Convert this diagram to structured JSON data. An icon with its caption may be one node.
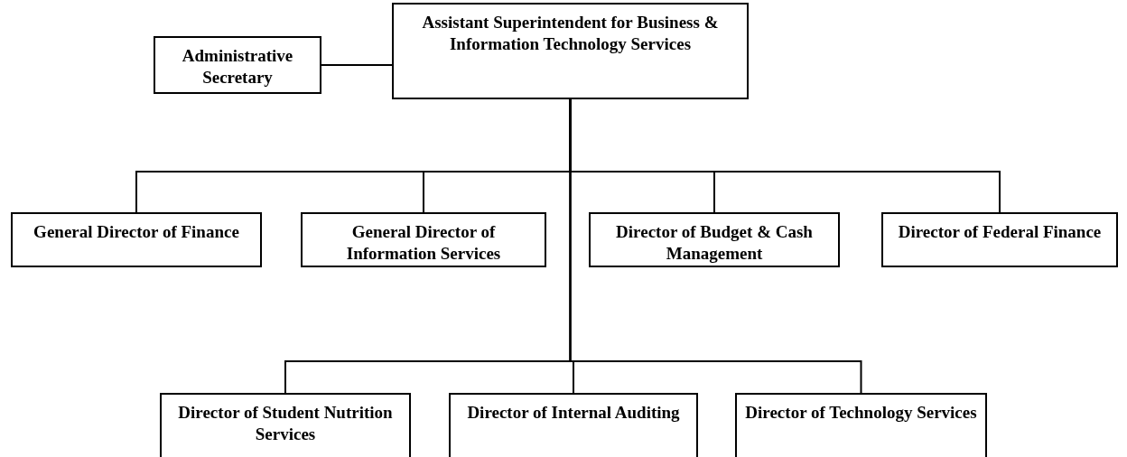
{
  "diagram": {
    "nodes": [
      {
        "text": [
          "Assistant Superintendent for Business & Information Technology Services"
        ]
      },
      {
        "text": [
          "Administrative Secretary"
        ]
      },
      {
        "text": [
          "General Director of Finance"
        ]
      },
      {
        "text": [
          "General Director of Information Services"
        ]
      },
      {
        "text": [
          "Director of Budget & Cash Management"
        ]
      },
      {
        "text": [
          "Director of Federal Finance"
        ]
      },
      {
        "text": [
          "Director of Student Nutrition Services"
        ]
      },
      {
        "text": [
          "Director of Internal Auditing"
        ]
      },
      {
        "text": [
          "Director of Technology Services"
        ]
      }
    ],
    "edges": [
      {
        "from": 0,
        "to": 1,
        "arrow": "none"
      },
      {
        "from": 0,
        "to": 2,
        "arrow": "none"
      },
      {
        "from": 0,
        "to": 3,
        "arrow": "none"
      },
      {
        "from": 0,
        "to": 4,
        "arrow": "none"
      },
      {
        "from": 0,
        "to": 5,
        "arrow": "none"
      },
      {
        "from": 0,
        "to": 6,
        "arrow": "none"
      },
      {
        "from": 0,
        "to": 7,
        "arrow": "none"
      },
      {
        "from": 0,
        "to": 8,
        "arrow": "none"
      }
    ]
  }
}
